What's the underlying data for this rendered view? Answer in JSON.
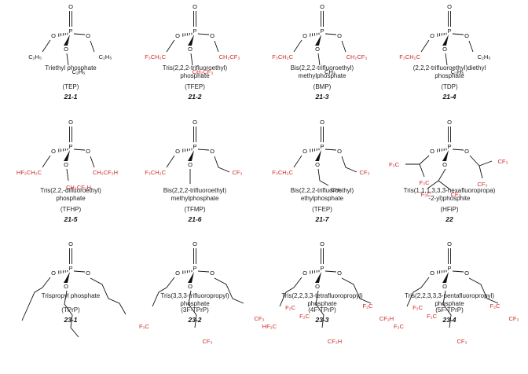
{
  "colors": {
    "bond": "#111111",
    "fluoro": "#cc2b2b",
    "text": "#222222"
  },
  "compounds": [
    {
      "name_lines": [
        "Triethyl phosphate"
      ],
      "abbr": "(TEP)",
      "id": "21-1",
      "groups": {
        "left": "C₂H₅",
        "down": "C₂H₅",
        "right": "C₂H₅"
      },
      "fluoro": [
        false,
        false,
        false
      ]
    },
    {
      "name_lines": [
        "Tris(2,2,2-trifluoroethyl)",
        "phosphate"
      ],
      "abbr": "(TFEP)",
      "id": "21-2",
      "groups": {
        "left": "F₃CH₂C",
        "down": "CH₂CF₃",
        "right": "CH₂CF₃"
      },
      "fluoro": [
        true,
        true,
        true
      ]
    },
    {
      "name_lines": [
        "Bis(2,2,2-trifluoroethyl)",
        "methylphosphate"
      ],
      "abbr": "(BMP)",
      "id": "21-3",
      "groups": {
        "left": "F₃CH₂C",
        "down": "CH₃",
        "right": "CH₂CF₃"
      },
      "fluoro": [
        true,
        false,
        true
      ]
    },
    {
      "name_lines": [
        "(2,2,2-trifluoroethyl)diethyl",
        "phosphate"
      ],
      "abbr": "(TDP)",
      "id": "21-4",
      "groups": {
        "left": "F₃CH₂C",
        "down": "C₂H₅",
        "right": "C₂H₅"
      },
      "fluoro": [
        true,
        false,
        false
      ]
    },
    {
      "name_lines": [
        "Tris(2,2,-difluoroethyl)",
        "phosphate"
      ],
      "abbr": "(TFHP)",
      "id": "21-5",
      "groups": {
        "left": "HF₂CH₂C",
        "down": "CH₂CF₂H",
        "right": "CH₂CF₂H"
      },
      "fluoro": [
        true,
        true,
        true
      ]
    },
    {
      "name_lines": [
        "Bis(2,2,2-trifluoroethyl)",
        "methylphosphate"
      ],
      "abbr": "(TFMP)",
      "id": "21-6",
      "groups": {
        "left": "F₃CH₂C",
        "down": "",
        "right": "CF₃"
      },
      "fluoro": [
        true,
        false,
        true
      ]
    },
    {
      "name_lines": [
        "Bis(2,2,2-trifluoroethyl)",
        "ethylphosphate"
      ],
      "abbr": "(TFEP)",
      "id": "21-7",
      "groups": {
        "left": "F₃CH₂C",
        "down": "CH₃",
        "right": "CF₃"
      },
      "fluoro": [
        true,
        false,
        true
      ]
    },
    {
      "name_lines": [
        "Tris(1,1,1,3,3,3-hexafluoropropa)",
        "-2-yl)phosphite"
      ],
      "abbr": "(HFiP)",
      "id": "22",
      "groups": {
        "left": "F₃C",
        "down": "CF₃",
        "right": "CF₃"
      },
      "fluoro": [
        true,
        true,
        true
      ]
    },
    {
      "name_lines": [
        "Trispropyl phosphate"
      ],
      "abbr": "(TPrP)",
      "id": "23-1",
      "groups": {
        "left": "",
        "down": "",
        "right": ""
      },
      "fluoro": [
        false,
        false,
        false
      ]
    },
    {
      "name_lines": [
        "Tris(3,3,3-trifluoropropyl)",
        "phosphate"
      ],
      "abbr": "(3F-TPrP)",
      "id": "23-2",
      "groups": {
        "left": "F₃C",
        "down": "CF₃",
        "right": "CF₃"
      },
      "fluoro": [
        true,
        true,
        true
      ]
    },
    {
      "name_lines": [
        "Tris(2,2,3,3-tetrafluoropropyl)",
        "phosphate"
      ],
      "abbr": "(4F-TPrP)",
      "id": "23-3",
      "groups": {
        "left": "HF₂C",
        "down": "CF₂H",
        "right": "CF₂H"
      },
      "fluoro": [
        true,
        true,
        true
      ]
    },
    {
      "name_lines": [
        "Tris(2,2,3,3,3-pentafluoropropyl)",
        "phosphate"
      ],
      "abbr": "(5F-TPrP)",
      "id": "23-4",
      "groups": {
        "left": "F₃C",
        "down": "CF₃",
        "right": "CF₃"
      },
      "fluoro": [
        true,
        true,
        true
      ]
    }
  ],
  "atoms": {
    "phosphorus": "P",
    "oxygen": "O"
  }
}
